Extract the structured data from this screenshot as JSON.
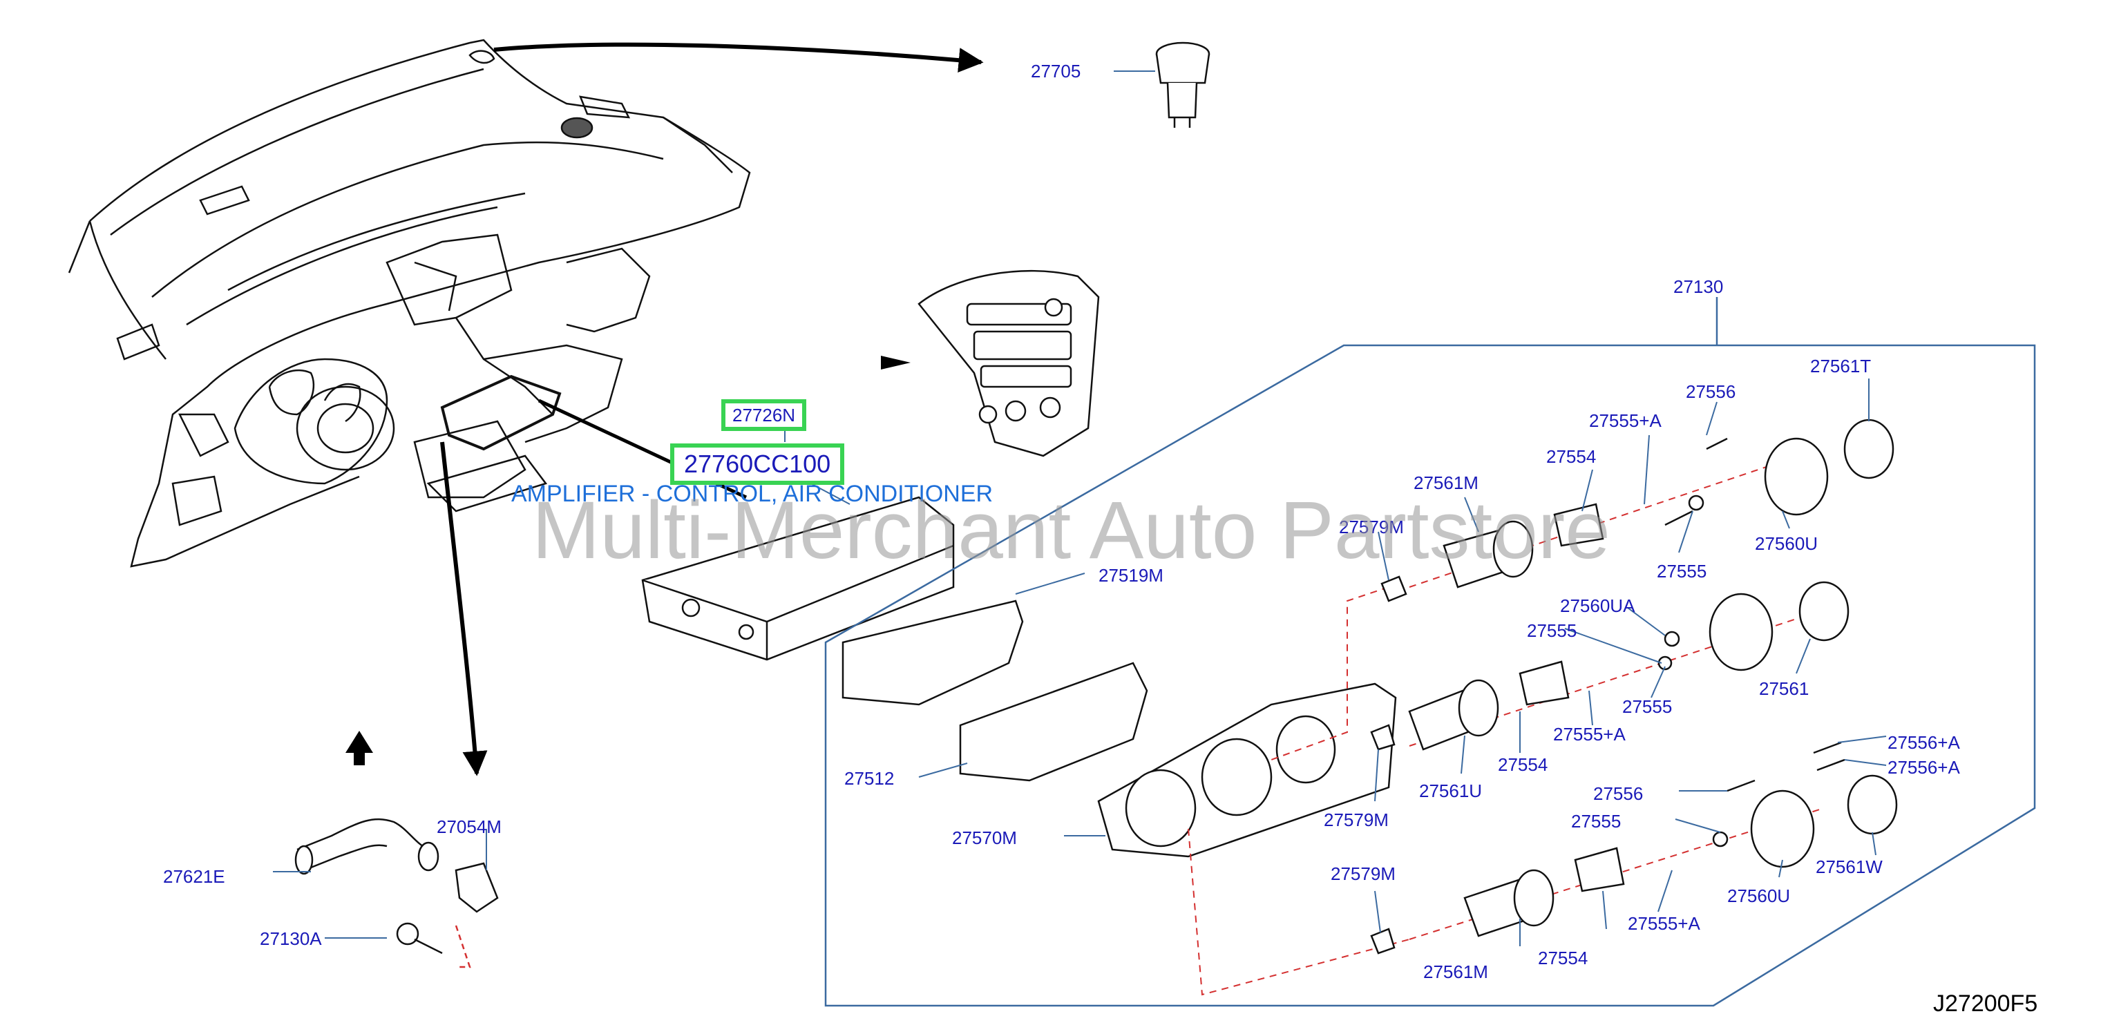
{
  "diagram": {
    "part_number": "27760CC100",
    "part_description": "AMPLIFIER - CONTROL, AIR CONDITIONER",
    "watermark": "Multi-Merchant Auto Partstore",
    "drawing_code": "J27200F5",
    "colors": {
      "label": "#1a1ab8",
      "highlight": "#39d353",
      "description": "#1e6fd9",
      "dashed_line": "#d43030",
      "frame": "#3b6aa0"
    },
    "labels": [
      {
        "id": "p27705",
        "text": "27705"
      },
      {
        "id": "p27130",
        "text": "27130"
      },
      {
        "id": "p27726N",
        "text": "27726N"
      },
      {
        "id": "p27760CC100",
        "text": "27760CC100"
      },
      {
        "id": "p27561T",
        "text": "27561T"
      },
      {
        "id": "p27556a",
        "text": "27556"
      },
      {
        "id": "p27555Aa",
        "text": "27555+A"
      },
      {
        "id": "p27554a",
        "text": "27554"
      },
      {
        "id": "p27561Ma",
        "text": "27561M"
      },
      {
        "id": "p27579Ma",
        "text": "27579M"
      },
      {
        "id": "p27555a",
        "text": "27555"
      },
      {
        "id": "p27560Ua",
        "text": "27560U"
      },
      {
        "id": "p27519M",
        "text": "27519M"
      },
      {
        "id": "p27560UA",
        "text": "27560UA"
      },
      {
        "id": "p27555b",
        "text": "27555"
      },
      {
        "id": "p27555c",
        "text": "27555"
      },
      {
        "id": "p27561",
        "text": "27561"
      },
      {
        "id": "p27555Ab",
        "text": "27555+A"
      },
      {
        "id": "p27554b",
        "text": "27554"
      },
      {
        "id": "p27561U",
        "text": "27561U"
      },
      {
        "id": "p27579Mb",
        "text": "27579M"
      },
      {
        "id": "p27512",
        "text": "27512"
      },
      {
        "id": "p27556Aa",
        "text": "27556+A"
      },
      {
        "id": "p27556Ab",
        "text": "27556+A"
      },
      {
        "id": "p27556b",
        "text": "27556"
      },
      {
        "id": "p27555d",
        "text": "27555"
      },
      {
        "id": "p27570M",
        "text": "27570M"
      },
      {
        "id": "p27054M",
        "text": "27054M"
      },
      {
        "id": "p27621E",
        "text": "27621E"
      },
      {
        "id": "p27130A",
        "text": "27130A"
      },
      {
        "id": "p27579Mc",
        "text": "27579M"
      },
      {
        "id": "p27560Ub",
        "text": "27560U"
      },
      {
        "id": "p27561W",
        "text": "27561W"
      },
      {
        "id": "p27555Ac",
        "text": "27555+A"
      },
      {
        "id": "p27561Mb",
        "text": "27561M"
      },
      {
        "id": "p27554c",
        "text": "27554"
      }
    ]
  }
}
